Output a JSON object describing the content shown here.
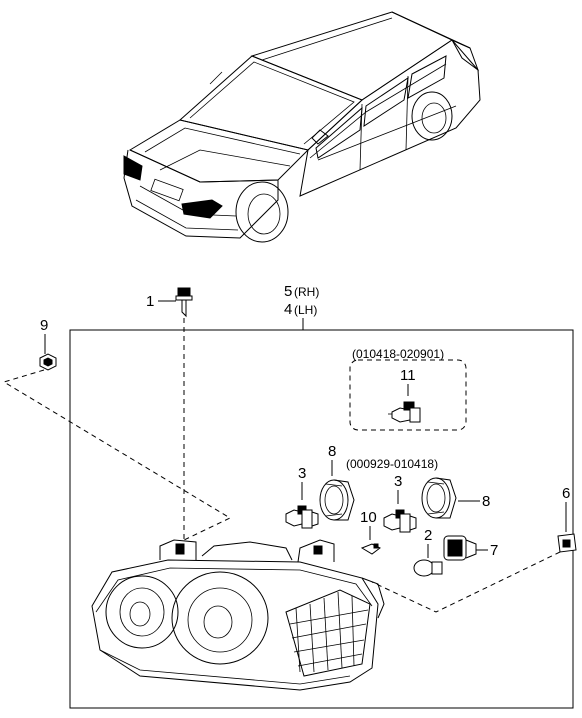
{
  "callouts": {
    "c1": "1",
    "c2": "2",
    "c3a": "3",
    "c3b": "3",
    "c5": "5",
    "c5_suffix": "(RH)",
    "c4": "4",
    "c4_suffix": "(LH)",
    "c6": "6",
    "c7": "7",
    "c8a": "8",
    "c8b": "8",
    "c9": "9",
    "c10": "10",
    "c11": "11"
  },
  "date_ranges": {
    "box_top": "(010418-020901)",
    "mid": "(000929-010418)"
  },
  "icons": {
    "car": "car-illustration",
    "headlamp": "headlamp-assembly",
    "bulb": "bulb-icon",
    "cap": "dust-cap-icon",
    "screw": "screw-icon",
    "nut": "nut-icon",
    "clip": "clip-icon"
  }
}
